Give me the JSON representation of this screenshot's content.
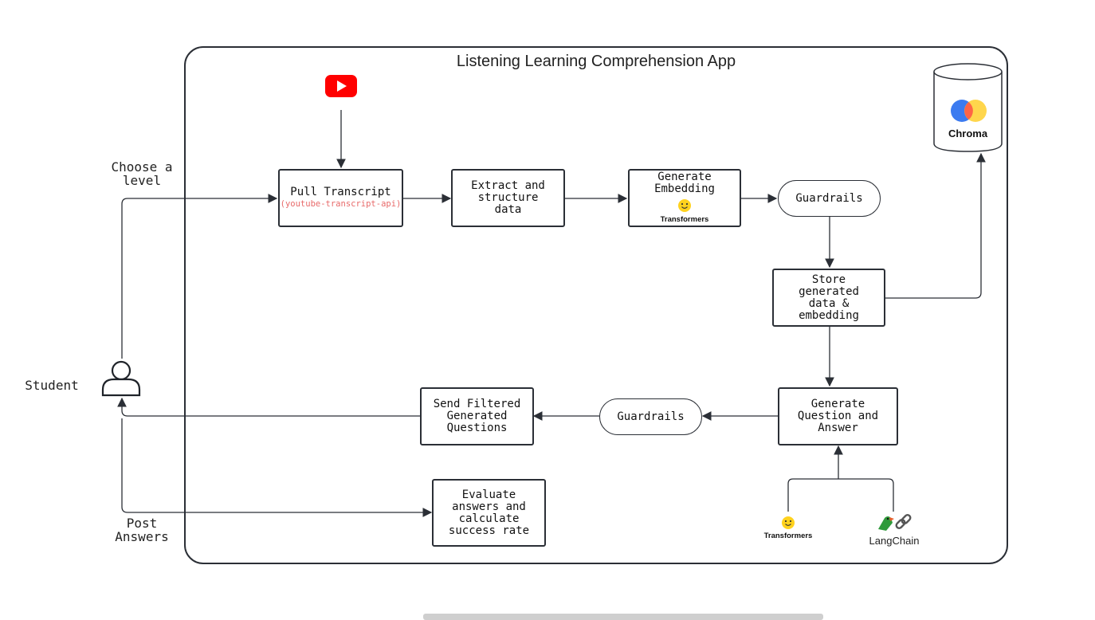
{
  "title": "Listening Learning Comprehension App",
  "actor": {
    "label": "Student"
  },
  "edge_labels": {
    "choose_level": "Choose a\nlevel",
    "post_answers": "Post\nAnswers"
  },
  "nodes": {
    "pull_transcript": {
      "label": "Pull Transcript",
      "sub": "(youtube-transcript-api)"
    },
    "extract": {
      "label": "Extract and\nstructure\ndata"
    },
    "generate_embedding": {
      "label": "Generate\nEmbedding",
      "badge": "Transformers"
    },
    "guardrails_top": {
      "label": "Guardrails"
    },
    "store": {
      "label": "Store\ngenerated\ndata &\nembedding"
    },
    "generate_qa": {
      "label": "Generate\nQuestion and\nAnswer"
    },
    "guardrails_bottom": {
      "label": "Guardrails"
    },
    "send_filtered": {
      "label": "Send Filtered\nGenerated\nQuestions"
    },
    "evaluate": {
      "label": "Evaluate\nanswers and\ncalculate\nsuccess rate"
    }
  },
  "database": {
    "label": "Chroma"
  },
  "tools": {
    "transformers": "Transformers",
    "langchain": "LangChain"
  },
  "icons": [
    "youtube-icon",
    "user-icon",
    "chroma-logo-icon",
    "hugging-face-icon",
    "parrot-icon",
    "link-icon"
  ],
  "colors": {
    "stroke": "#2b2f36",
    "youtube": "#ff0000",
    "subtext": "#e86a6a"
  }
}
